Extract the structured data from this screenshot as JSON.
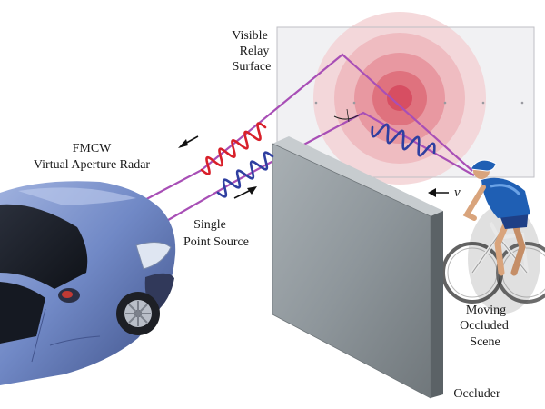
{
  "labels": {
    "relay_line1": "Visible",
    "relay_line2": "Relay",
    "relay_line3": "Surface",
    "radar_line1": "FMCW",
    "radar_line2": "Virtual Aperture Radar",
    "source_line1": "Single",
    "source_line2": "Point Source",
    "velocity": "v",
    "scene_line1": "Moving",
    "scene_line2": "Occluded",
    "scene_line3": "Scene",
    "occluder": "Occluder"
  },
  "colors": {
    "path": "#a84fb6",
    "wave_outgoing": "#d8202a",
    "wave_return": "#2f3fa0",
    "relay_highlight": "#d64a66",
    "occluder_face": "#8e969b",
    "car_body": "#6f86c2",
    "cyclist_jersey": "#1f5fb4"
  },
  "icons": {
    "arrow_out": "arrow-left-icon",
    "arrow_in": "arrow-right-icon",
    "velocity_arrow": "arrow-left-icon"
  }
}
